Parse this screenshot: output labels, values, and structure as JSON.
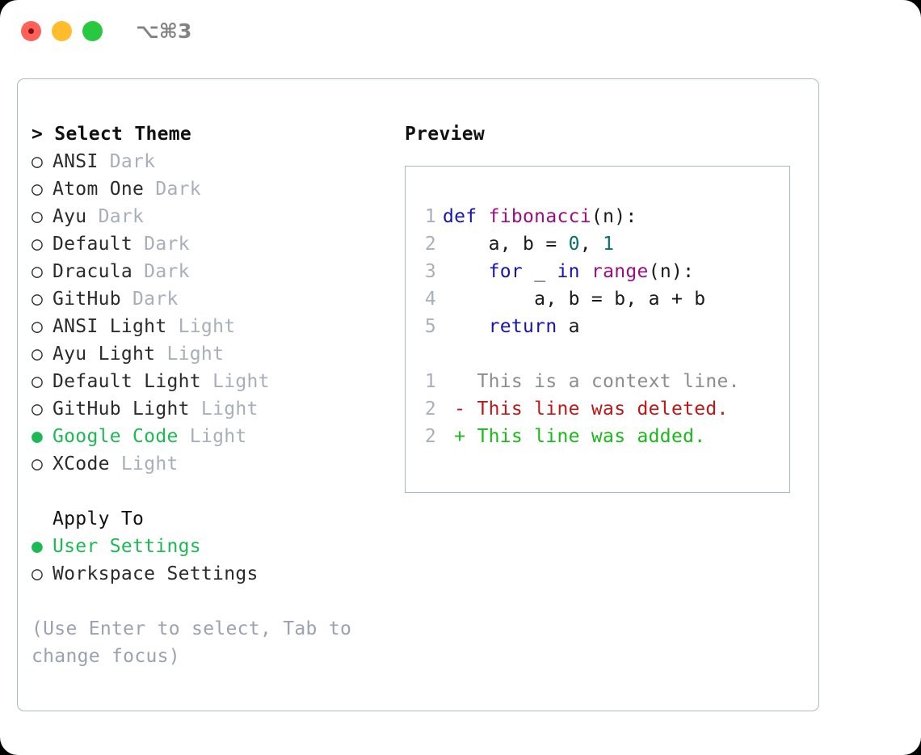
{
  "titlebar": {
    "shortcut": "⌥⌘3",
    "buttons": [
      {
        "name": "close",
        "color": "#ff6159"
      },
      {
        "name": "minimize",
        "color": "#ffbd2e"
      },
      {
        "name": "maximize",
        "color": "#28c840"
      }
    ]
  },
  "theme_list": {
    "header": "> Select Theme",
    "selected_marker": "●",
    "unselected_marker": "○",
    "items": [
      {
        "name": "ANSI",
        "variant": "Dark",
        "selected": false
      },
      {
        "name": "Atom One",
        "variant": "Dark",
        "selected": false
      },
      {
        "name": "Ayu",
        "variant": "Dark",
        "selected": false
      },
      {
        "name": "Default",
        "variant": "Dark",
        "selected": false
      },
      {
        "name": "Dracula",
        "variant": "Dark",
        "selected": false
      },
      {
        "name": "GitHub",
        "variant": "Dark",
        "selected": false
      },
      {
        "name": "ANSI Light",
        "variant": "Light",
        "selected": false
      },
      {
        "name": "Ayu Light",
        "variant": "Light",
        "selected": false
      },
      {
        "name": "Default Light",
        "variant": "Light",
        "selected": false
      },
      {
        "name": "GitHub Light",
        "variant": "Light",
        "selected": false
      },
      {
        "name": "Google Code",
        "variant": "Light",
        "selected": true
      },
      {
        "name": "XCode",
        "variant": "Light",
        "selected": false
      }
    ]
  },
  "apply_to": {
    "header": "Apply To",
    "items": [
      {
        "name": "User Settings",
        "selected": true
      },
      {
        "name": "Workspace Settings",
        "selected": false
      }
    ]
  },
  "hint": "(Use Enter to select, Tab to change focus)",
  "preview": {
    "header": "Preview",
    "code_lines": [
      {
        "n": "1",
        "tokens": [
          {
            "t": "def ",
            "c": "kw"
          },
          {
            "t": "fibonacci",
            "c": "fn"
          },
          {
            "t": "(n):",
            "c": "txt"
          }
        ]
      },
      {
        "n": "2",
        "tokens": [
          {
            "t": "    a, b = ",
            "c": "txt"
          },
          {
            "t": "0",
            "c": "num"
          },
          {
            "t": ", ",
            "c": "txt"
          },
          {
            "t": "1",
            "c": "num"
          }
        ]
      },
      {
        "n": "3",
        "tokens": [
          {
            "t": "    ",
            "c": "txt"
          },
          {
            "t": "for",
            "c": "kw"
          },
          {
            "t": " _ ",
            "c": "txt"
          },
          {
            "t": "in",
            "c": "kw"
          },
          {
            "t": " ",
            "c": "txt"
          },
          {
            "t": "range",
            "c": "fn"
          },
          {
            "t": "(n):",
            "c": "txt"
          }
        ]
      },
      {
        "n": "4",
        "tokens": [
          {
            "t": "        a, b = b, a + b",
            "c": "txt"
          }
        ]
      },
      {
        "n": "5",
        "tokens": [
          {
            "t": "    ",
            "c": "txt"
          },
          {
            "t": "return",
            "c": "kw"
          },
          {
            "t": " a",
            "c": "txt"
          }
        ]
      }
    ],
    "diff_lines": [
      {
        "n": "1",
        "sign": " ",
        "text": "This is a context line.",
        "kind": "ctx"
      },
      {
        "n": "2",
        "sign": "-",
        "text": "This line was deleted.",
        "kind": "del"
      },
      {
        "n": "2",
        "sign": "+",
        "text": "This line was added.",
        "kind": "add"
      }
    ]
  },
  "colors": {
    "accent_green": "#1db954",
    "muted": "#a7afbb",
    "keyword": "#1515b0",
    "function": "#9b0f7e",
    "number": "#06706e",
    "deleted": "#c01616",
    "added": "#18b918",
    "context": "#8d8d8d",
    "panel_border": "#b0b8c4"
  }
}
